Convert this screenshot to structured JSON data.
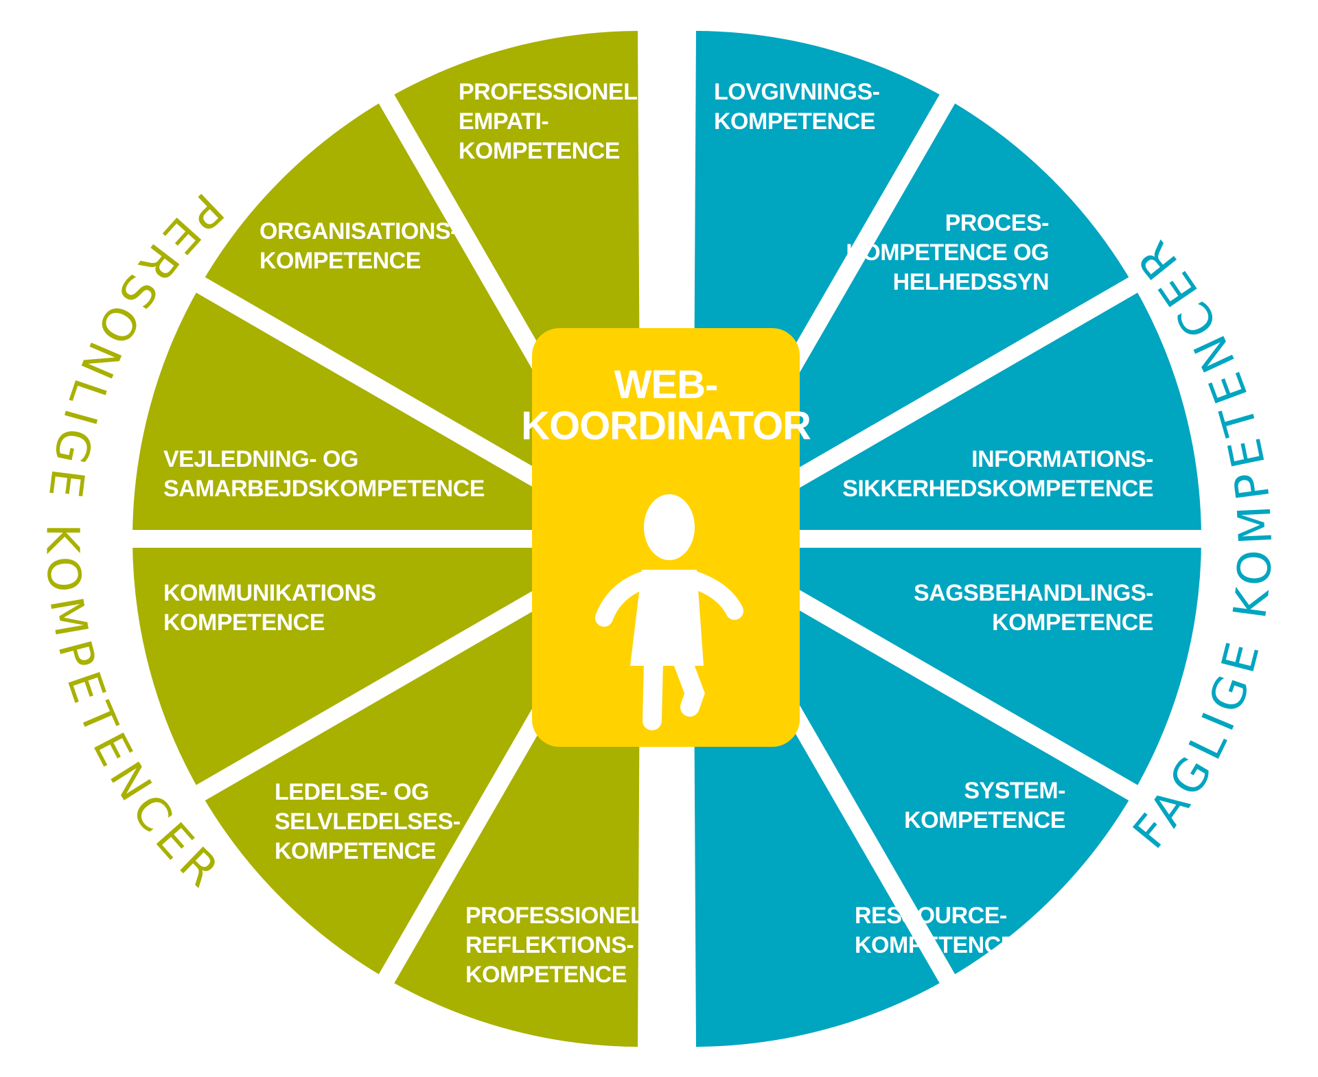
{
  "center": {
    "title_lines": [
      "WEB-",
      "KOORDINATOR"
    ],
    "icon": "person-icon"
  },
  "left_group": {
    "title": "PERSONLIGE KOMPETENCER",
    "color": "#A8B000",
    "segments": [
      {
        "lines": [
          "PROFESSIONEL",
          "EMPATI-",
          "KOMPETENCE"
        ]
      },
      {
        "lines": [
          "ORGANISATIONS-",
          "KOMPETENCE"
        ]
      },
      {
        "lines": [
          "VEJLEDNING- OG",
          "SAMARBEJDSKOMPETENCE"
        ]
      },
      {
        "lines": [
          "KOMMUNIKATIONS",
          "KOMPETENCE"
        ]
      },
      {
        "lines": [
          "LEDELSE- OG",
          "SELVLEDELSES-",
          "KOMPETENCE"
        ]
      },
      {
        "lines": [
          "PROFESSIONEL",
          "REFLEKTIONS-",
          "KOMPETENCE"
        ]
      }
    ]
  },
  "right_group": {
    "title": "FAGLIGE KOMPETENCER",
    "color": "#00A5C0",
    "segments": [
      {
        "lines": [
          "LOVGIVNINGS-",
          "KOMPETENCE"
        ]
      },
      {
        "lines": [
          "PROCES-",
          "KOMPETENCE OG",
          "HELHEDSSYN"
        ]
      },
      {
        "lines": [
          "INFORMATIONS-",
          "SIKKERHEDSKOMPETENCE"
        ]
      },
      {
        "lines": [
          "SAGSBEHANDLINGS-",
          "KOMPETENCE"
        ]
      },
      {
        "lines": [
          "SYSTEM-",
          "KOMPETENCE"
        ]
      },
      {
        "lines": [
          "RESSOURCE-",
          "KOMPETENCE"
        ]
      }
    ]
  },
  "center_color": "#FFD200"
}
